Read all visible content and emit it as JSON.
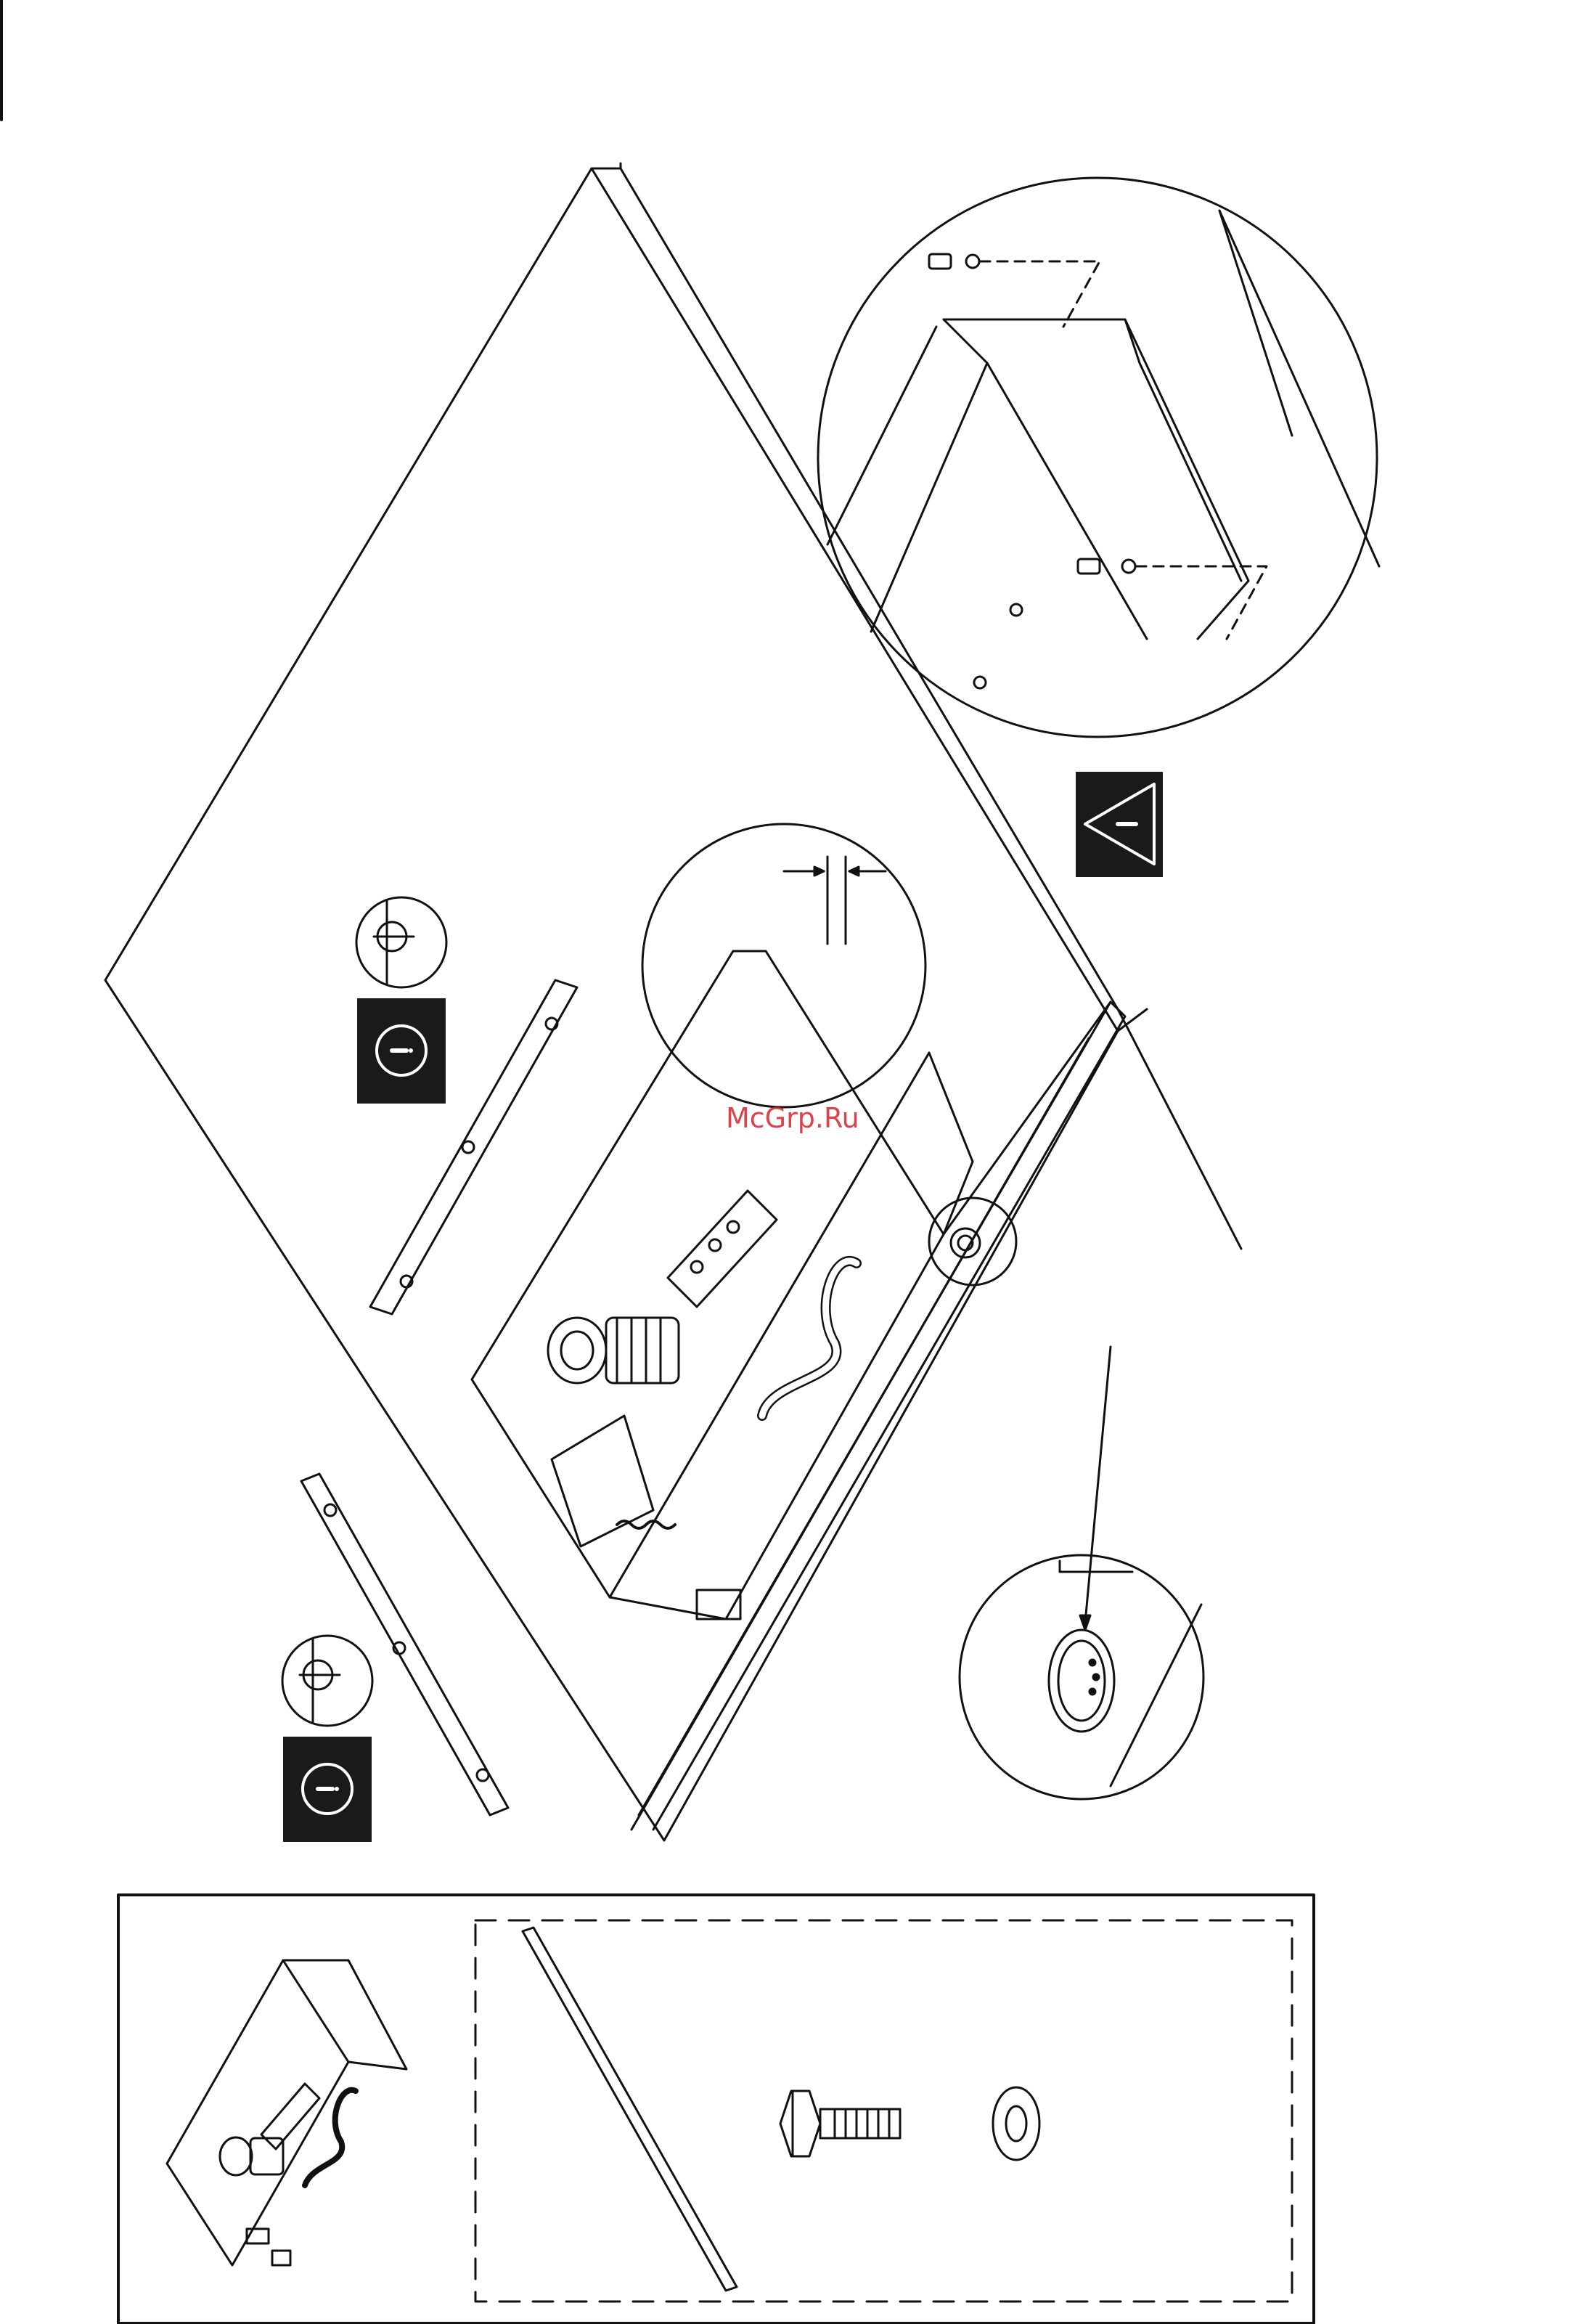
{
  "watermark": {
    "text": "McGrp.Ru",
    "color": "#d8212a"
  },
  "figure": {
    "line_color": "#111111",
    "icons": [
      {
        "name": "level-check-icon"
      },
      {
        "name": "warning-triangle-icon"
      },
      {
        "name": "important-notice-icon"
      }
    ],
    "detail_views": [
      "bracket-mounting-detail",
      "gap-clearance-detail",
      "nozzle-detail",
      "corner-bolt-detail"
    ],
    "parts_box": {
      "items": [
        "pump-unit",
        "support-rail",
        "hex-bolt",
        "washer"
      ]
    }
  }
}
